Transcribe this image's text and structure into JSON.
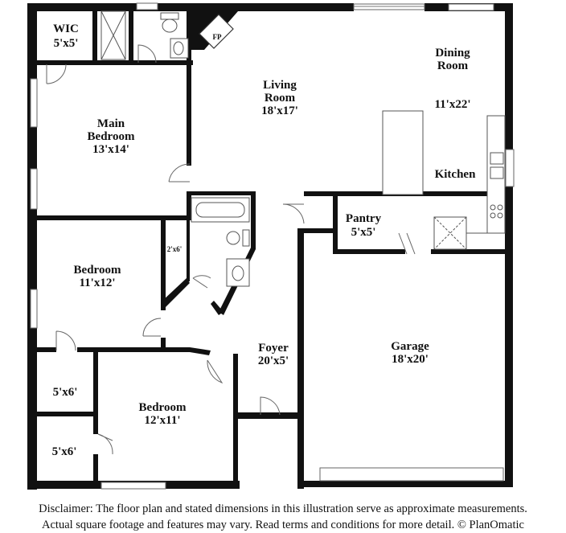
{
  "rooms": {
    "wic": {
      "name": "WIC",
      "size": "5'x5'"
    },
    "fireplace": {
      "label": "FP"
    },
    "living": {
      "name_1": "Living",
      "name_2": "Room",
      "size": "18'x17'"
    },
    "dining": {
      "name_1": "Dining",
      "name_2": "Room",
      "size": "11'x22'"
    },
    "kitchen": {
      "name": "Kitchen"
    },
    "main_bedroom": {
      "name_1": "Main",
      "name_2": "Bedroom",
      "size": "13'x14'"
    },
    "linen": {
      "size": "2'x6'"
    },
    "bedroom_2": {
      "name": "Bedroom",
      "size": "11'x12'"
    },
    "pantry": {
      "name": "Pantry",
      "size": "5'x5'"
    },
    "foyer": {
      "name": "Foyer",
      "size": "20'x5'"
    },
    "garage": {
      "name": "Garage",
      "size": "18'x20'"
    },
    "closet_a": {
      "size": "5'x6'"
    },
    "closet_b": {
      "size": "5'x6'"
    },
    "bedroom_3": {
      "name": "Bedroom",
      "size": "12'x11'"
    }
  },
  "disclaimer": {
    "line_1": "Disclaimer: The floor plan and stated dimensions in this illustration serve as approximate measurements.",
    "line_2": "Actual square footage and features may vary. Read terms and conditions for more detail. © PlanOmatic"
  }
}
